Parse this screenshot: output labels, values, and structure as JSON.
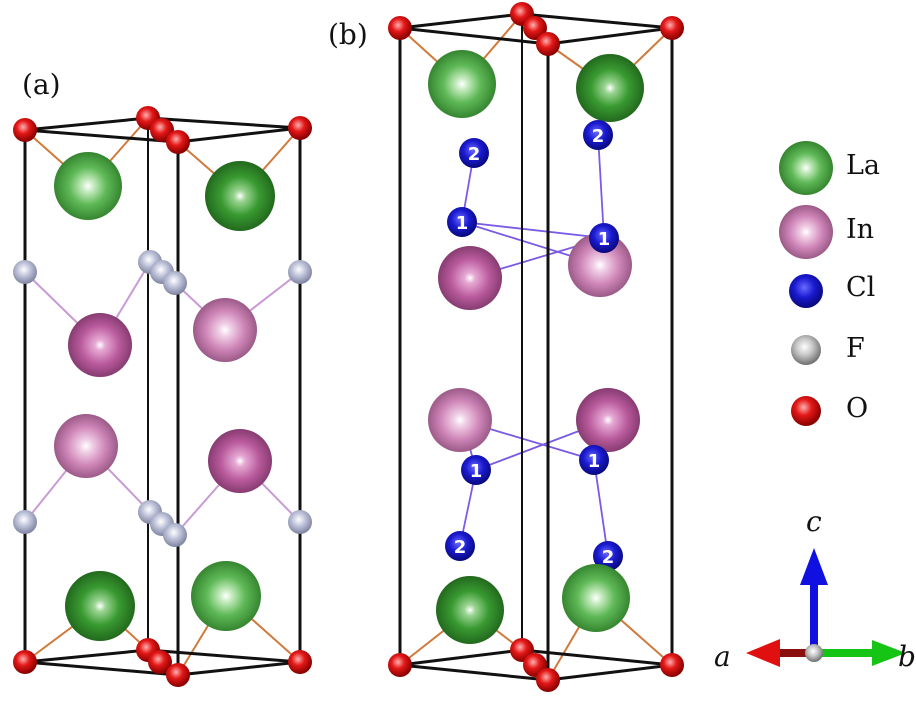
{
  "panels": {
    "a": {
      "label": "(a)"
    },
    "b": {
      "label": "(b)"
    }
  },
  "site_labels": {
    "cl1": "1",
    "cl2": "2"
  },
  "legend": [
    {
      "key": "la",
      "label": "La",
      "color": "#55b04f"
    },
    {
      "key": "in",
      "label": "In",
      "color": "#d48cbf"
    },
    {
      "key": "cl",
      "label": "Cl",
      "color": "#1f1fd6"
    },
    {
      "key": "f",
      "label": "F",
      "color": "#a9a9a9"
    },
    {
      "key": "o",
      "label": "O",
      "color": "#e01010"
    }
  ],
  "atom_colors": {
    "f_frame": "#a5abc6",
    "la_dark": "#3b9a34"
  },
  "axes": {
    "c": {
      "label": "c",
      "color": "#1010e0"
    },
    "a": {
      "label": "a",
      "color": "#e01010"
    },
    "b": {
      "label": "b",
      "color": "#16c416"
    }
  }
}
